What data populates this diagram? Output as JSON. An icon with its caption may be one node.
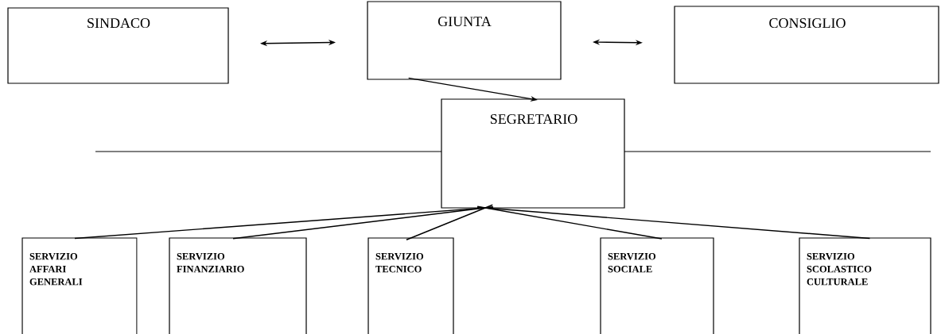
{
  "diagram": {
    "nodes": [
      {
        "text": [
          "SINDACO"
        ]
      },
      {
        "text": [
          "GIUNTA"
        ]
      },
      {
        "text": [
          "CONSIGLIO"
        ]
      },
      {
        "text": [
          "SEGRETARIO"
        ]
      },
      {
        "text": [
          "SERVIZIO AFFARI GENERALI"
        ]
      },
      {
        "text": [
          "SERVIZIO FINANZIARIO"
        ]
      },
      {
        "text": [
          "SERVIZIO TECNICO"
        ]
      },
      {
        "text": [
          "SERVIZIO SOCIALE"
        ]
      },
      {
        "text": [
          "SERVIZIO SCOLASTICO CULTURALE"
        ]
      }
    ],
    "edges": [
      {
        "from": 0,
        "to": 1,
        "arrow": "both"
      },
      {
        "from": 1,
        "to": 2,
        "arrow": "both"
      },
      {
        "from": 1,
        "to": 3,
        "arrow": "to"
      },
      {
        "from": 3,
        "to": 4,
        "arrow": "none"
      },
      {
        "from": 3,
        "to": 5,
        "arrow": "none"
      },
      {
        "from": 3,
        "to": 6,
        "arrow": "none"
      },
      {
        "from": 3,
        "to": 7,
        "arrow": "none"
      },
      {
        "from": 3,
        "to": 8,
        "arrow": "none"
      }
    ]
  }
}
